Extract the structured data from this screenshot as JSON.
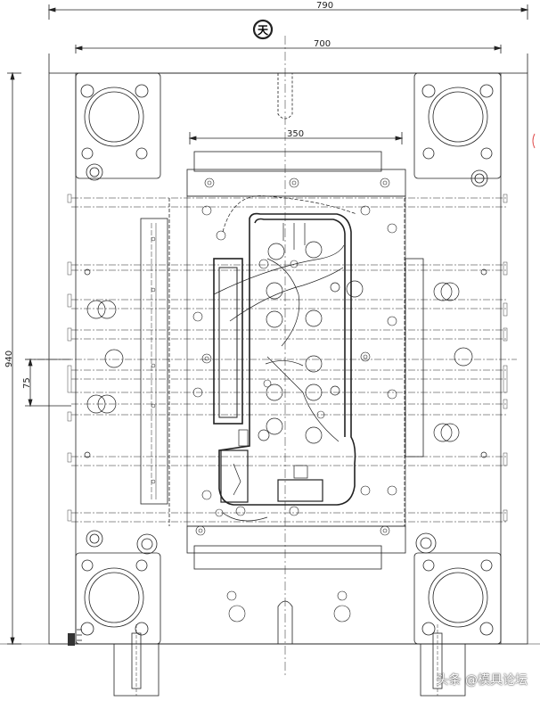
{
  "drawing": {
    "top_mark": "天",
    "dimensions": {
      "overall_width": "790",
      "plate_width": "700",
      "insert_width": "350",
      "overall_height": "940",
      "offset": "75"
    },
    "watermark": "头条 @模具论坛",
    "colors": {
      "line": "#222222",
      "background": "#ffffff",
      "accent": "#e05050"
    }
  }
}
